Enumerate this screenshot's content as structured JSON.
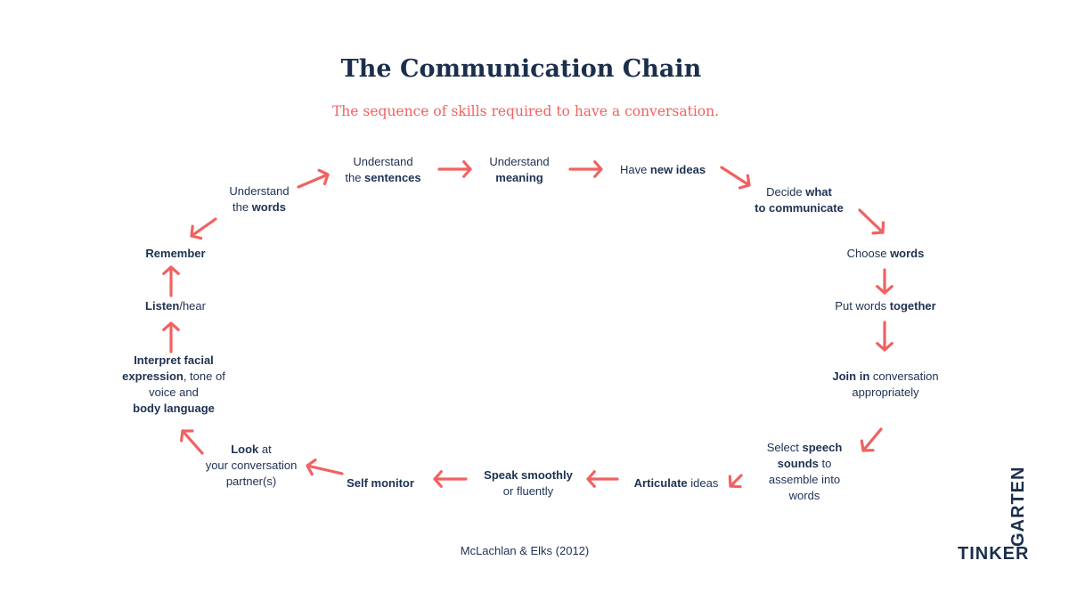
{
  "title": "The Communication Chain",
  "subtitle": "The sequence of skills required to have a conversation.",
  "citation": "McLachlan & Elks (2012)",
  "logo": {
    "line1": "TINKER",
    "line2": "GARTEN"
  },
  "arrow_color": "#f26161",
  "text_color": "#1d3152",
  "nodes": [
    {
      "id": "understand-sentences",
      "lines": [
        [
          {
            "t": "Understand",
            "b": false
          }
        ],
        [
          {
            "t": "the ",
            "b": false
          },
          {
            "t": "sentences",
            "b": true
          }
        ]
      ]
    },
    {
      "id": "understand-meaning",
      "lines": [
        [
          {
            "t": "Understand",
            "b": false
          }
        ],
        [
          {
            "t": "meaning",
            "b": true
          }
        ]
      ]
    },
    {
      "id": "have-new-ideas",
      "lines": [
        [
          {
            "t": "Have ",
            "b": false
          },
          {
            "t": "new ideas",
            "b": true
          }
        ]
      ]
    },
    {
      "id": "decide-what-to-communicate",
      "lines": [
        [
          {
            "t": "Decide ",
            "b": false
          },
          {
            "t": "what",
            "b": true
          }
        ],
        [
          {
            "t": "to communicate",
            "b": true
          }
        ]
      ]
    },
    {
      "id": "choose-words",
      "lines": [
        [
          {
            "t": "Choose ",
            "b": false
          },
          {
            "t": "words",
            "b": true
          }
        ]
      ]
    },
    {
      "id": "put-words-together",
      "lines": [
        [
          {
            "t": "Put words ",
            "b": false
          },
          {
            "t": "together",
            "b": true
          }
        ]
      ]
    },
    {
      "id": "join-in-conversation",
      "lines": [
        [
          {
            "t": "Join in",
            "b": true
          },
          {
            "t": " conversation",
            "b": false
          }
        ],
        [
          {
            "t": "appropriately",
            "b": false
          }
        ]
      ]
    },
    {
      "id": "select-speech-sounds",
      "lines": [
        [
          {
            "t": "Select ",
            "b": false
          },
          {
            "t": "speech",
            "b": true
          }
        ],
        [
          {
            "t": "sounds",
            "b": true
          },
          {
            "t": " to",
            "b": false
          }
        ],
        [
          {
            "t": "assemble into",
            "b": false
          }
        ],
        [
          {
            "t": "words",
            "b": false
          }
        ]
      ]
    },
    {
      "id": "articulate-ideas",
      "lines": [
        [
          {
            "t": "Articulate",
            "b": true
          },
          {
            "t": " ideas",
            "b": false
          }
        ]
      ]
    },
    {
      "id": "speak-smoothly",
      "lines": [
        [
          {
            "t": "Speak smoothly",
            "b": true
          }
        ],
        [
          {
            "t": "or fluently",
            "b": false
          }
        ]
      ]
    },
    {
      "id": "self-monitor",
      "lines": [
        [
          {
            "t": "Self monitor",
            "b": true
          }
        ]
      ]
    },
    {
      "id": "look-at-partner",
      "lines": [
        [
          {
            "t": "Look",
            "b": true
          },
          {
            "t": " at",
            "b": false
          }
        ],
        [
          {
            "t": "your conversation",
            "b": false
          }
        ],
        [
          {
            "t": "partner(s)",
            "b": false
          }
        ]
      ]
    },
    {
      "id": "interpret-facial-expression",
      "lines": [
        [
          {
            "t": "Interpret facial",
            "b": true
          }
        ],
        [
          {
            "t": "expression",
            "b": true
          },
          {
            "t": ", tone of",
            "b": false
          }
        ],
        [
          {
            "t": "voice and",
            "b": false
          }
        ],
        [
          {
            "t": "body language",
            "b": true
          }
        ]
      ]
    },
    {
      "id": "listen-hear",
      "lines": [
        [
          {
            "t": "Listen",
            "b": true
          },
          {
            "t": "/hear",
            "b": false
          }
        ]
      ]
    },
    {
      "id": "remember",
      "lines": [
        [
          {
            "t": "Remember",
            "b": true
          }
        ]
      ]
    },
    {
      "id": "understand-the-words",
      "lines": [
        [
          {
            "t": "Understand",
            "b": false
          }
        ],
        [
          {
            "t": "the ",
            "b": false
          },
          {
            "t": "words",
            "b": true
          }
        ]
      ]
    }
  ]
}
